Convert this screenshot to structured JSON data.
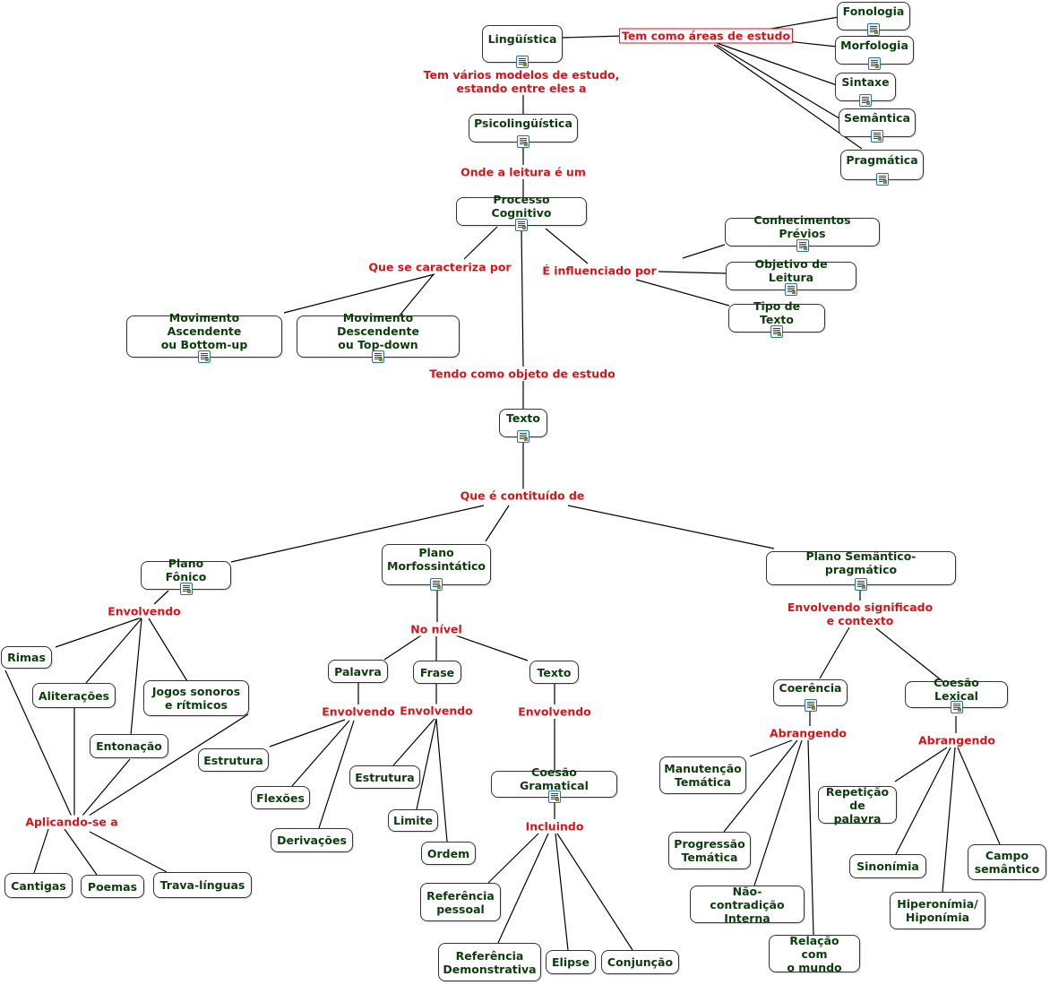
{
  "nodes": {
    "linguistica": "Lingüística",
    "fonologia": "Fonologia",
    "morfologia": "Morfologia",
    "sintaxe": "Sintaxe",
    "semantica": "Semântica",
    "pragmatica": "Pragmática",
    "psicolinguistica": "Psicolingüística",
    "processo_cognitivo": "Processo Cognitivo",
    "conhecimentos_previos": "Conhecimentos Prévios",
    "objetivo_leitura": "Objetivo de Leitura",
    "tipo_texto": "Tipo de Texto",
    "mov_ascendente_1": "Movimento Ascendente",
    "mov_ascendente_2": "ou Bottom-up",
    "mov_descendente_1": "Movimento Descendente",
    "mov_descendente_2": "ou Top-down",
    "texto": "Texto",
    "plano_fonico": "Plano Fônico",
    "plano_morfo_1": "Plano",
    "plano_morfo_2": "Morfossintático",
    "plano_semantico": "Plano Semântico-pragmático",
    "rimas": "Rimas",
    "aliteracoes": "Aliterações",
    "jogos_1": "Jogos sonoros",
    "jogos_2": "e rítmicos",
    "entonacao": "Entonação",
    "cantigas": "Cantigas",
    "poemas": "Poemas",
    "trava_linguas": "Trava-línguas",
    "palavra": "Palavra",
    "frase": "Frase",
    "texto_nivel": "Texto",
    "estrutura_palavra": "Estrutura",
    "flexoes": "Flexões",
    "derivacoes": "Derivações",
    "estrutura_frase": "Estrutura",
    "limite": "Limite",
    "ordem": "Ordem",
    "coesao_gramatical": "Coesão Gramatical",
    "ref_pessoal_1": "Referência",
    "ref_pessoal_2": "pessoal",
    "ref_demo_1": "Referência",
    "ref_demo_2": "Demonstrativa",
    "elipse": "Elipse",
    "conjuncao": "Conjunção",
    "coerencia": "Coerência",
    "coesao_lexical": "Coesão Lexical",
    "manutencao_1": "Manutenção",
    "manutencao_2": "Temática",
    "progressao_1": "Progressão",
    "progressao_2": "Temática",
    "nao_contradicao_1": "Não-contradição",
    "nao_contradicao_2": "Interna",
    "relacao_1": "Relação com",
    "relacao_2": "o mundo",
    "repeticao_1": "Repetição",
    "repeticao_2": "de palavra",
    "sinonimia": "Sinonímia",
    "hiperonimia_1": "Hiperonímia/",
    "hiperonimia_2": "Hiponímia",
    "campo_1": "Campo",
    "campo_2": "semântico"
  },
  "links": {
    "areas_estudo": "Tem como áreas de estudo",
    "modelos_1": "Tem vários modelos de estudo,",
    "modelos_2": "estando entre eles a",
    "leitura": "Onde a leitura é um",
    "caracteriza": "Que se caracteriza por",
    "influenciado": "É influenciado por",
    "objeto_estudo": "Tendo como objeto de estudo",
    "constituido": "Que é contituído de",
    "envolvendo_fonico": "Envolvendo",
    "aplicando": "Aplicando-se a",
    "nivel": "No nível",
    "envolvendo_palavra": "Envolvendo",
    "envolvendo_frase": "Envolvendo",
    "envolvendo_texto": "Envolvendo",
    "incluindo": "Incluindo",
    "envolvendo_sig_1": "Envolvendo significado",
    "envolvendo_sig_2": "e contexto",
    "abrangendo_coerencia": "Abrangendo",
    "abrangendo_coesao": "Abrangendo"
  },
  "colors": {
    "node_text": "#0b3d0b",
    "link_text": "#d7141a",
    "edge": "#000000",
    "note_icon": "#2a6fa8"
  },
  "icons": {
    "note": "note-icon"
  }
}
